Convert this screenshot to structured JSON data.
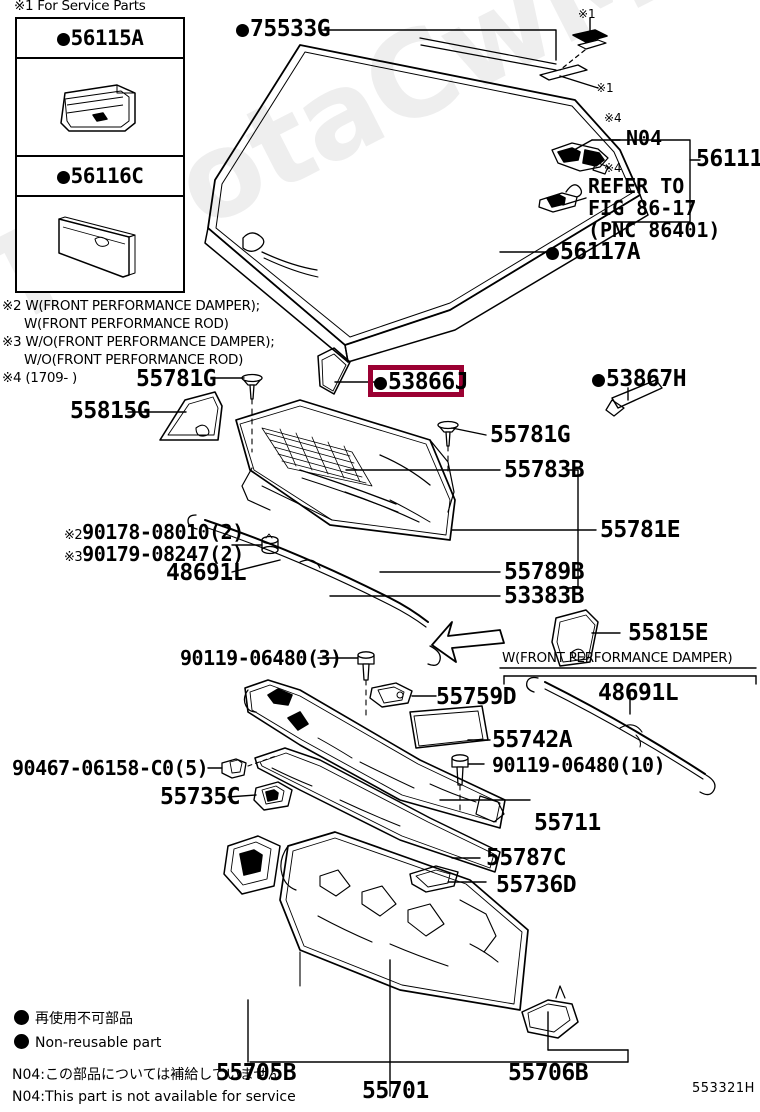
{
  "diagram": {
    "id": "553321H",
    "highlighted_part": "53866J",
    "highlight_color": "#9b0032",
    "watermark": "ToyotaCwMiner.ru"
  },
  "service_parts_box": {
    "title": "※1 For Service Parts",
    "entries": [
      {
        "part_number": "56115A",
        "bullet": true
      },
      {
        "part_number": "56116C",
        "bullet": true
      }
    ]
  },
  "footnotes": [
    {
      "mark": "※2",
      "line1": "W(FRONT PERFORMANCE DAMPER);",
      "line2": "W(FRONT PERFORMANCE ROD)"
    },
    {
      "mark": "※3",
      "line1": "W/O(FRONT PERFORMANCE DAMPER);",
      "line2": "W/O(FRONT PERFORMANCE ROD)"
    },
    {
      "mark": "※4",
      "line1": "(1709-    )",
      "line2": ""
    }
  ],
  "reference_note": {
    "mark": "※4",
    "n04": "N04",
    "line1": "REFER TO",
    "line2": "FIG 86-17",
    "line3": "(PNC 86401)",
    "group_label": "56111"
  },
  "damper_note": "W(FRONT PERFORMANCE DAMPER)",
  "legend": {
    "bullet_jp": "再使用不可部品",
    "bullet_en": "Non-reusable part",
    "n04_jp": "N04:この部品については補給していません",
    "n04_en": "N04:This part is not available for service"
  },
  "part_labels": [
    {
      "id": "75533G",
      "text": "75533G",
      "bullet": true
    },
    {
      "id": "56111",
      "text": "56111",
      "bullet": false
    },
    {
      "id": "56117A",
      "text": "56117A",
      "bullet": true
    },
    {
      "id": "53866J",
      "text": "53866J",
      "bullet": true
    },
    {
      "id": "53867H",
      "text": "53867H",
      "bullet": true
    },
    {
      "id": "55781G-top",
      "text": "55781G",
      "bullet": false
    },
    {
      "id": "55781G-right",
      "text": "55781G",
      "bullet": false
    },
    {
      "id": "55815G",
      "text": "55815G",
      "bullet": false
    },
    {
      "id": "55783B",
      "text": "55783B",
      "bullet": false
    },
    {
      "id": "55781E",
      "text": "55781E",
      "bullet": false
    },
    {
      "id": "55789B",
      "text": "55789B",
      "bullet": false
    },
    {
      "id": "53383B",
      "text": "53383B",
      "bullet": false
    },
    {
      "id": "55815E",
      "text": "55815E",
      "bullet": false
    },
    {
      "id": "90178-08010",
      "text": "90178-08010(2)",
      "bullet": false,
      "mark": "※2"
    },
    {
      "id": "90179-08247",
      "text": "90179-08247(2)",
      "bullet": false,
      "mark": "※3"
    },
    {
      "id": "48691L-left",
      "text": "48691L",
      "bullet": false
    },
    {
      "id": "48691L-right",
      "text": "48691L",
      "bullet": false
    },
    {
      "id": "90119-06480-3",
      "text": "90119-06480(3)",
      "bullet": false
    },
    {
      "id": "90119-06480-10",
      "text": "90119-06480(10)",
      "bullet": false
    },
    {
      "id": "90467-06158-C0",
      "text": "90467-06158-C0(5)",
      "bullet": false
    },
    {
      "id": "55759D",
      "text": "55759D",
      "bullet": false
    },
    {
      "id": "55742A",
      "text": "55742A",
      "bullet": false
    },
    {
      "id": "55735C",
      "text": "55735C",
      "bullet": false
    },
    {
      "id": "55711",
      "text": "55711",
      "bullet": false
    },
    {
      "id": "55787C",
      "text": "55787C",
      "bullet": false
    },
    {
      "id": "55736D",
      "text": "55736D",
      "bullet": false
    },
    {
      "id": "55705B",
      "text": "55705B",
      "bullet": false
    },
    {
      "id": "55706B",
      "text": "55706B",
      "bullet": false
    },
    {
      "id": "55701",
      "text": "55701",
      "bullet": false
    }
  ],
  "callout_marks": [
    {
      "id": "mark-1-top",
      "text": "※1"
    },
    {
      "id": "mark-1-right",
      "text": "※1"
    }
  ]
}
